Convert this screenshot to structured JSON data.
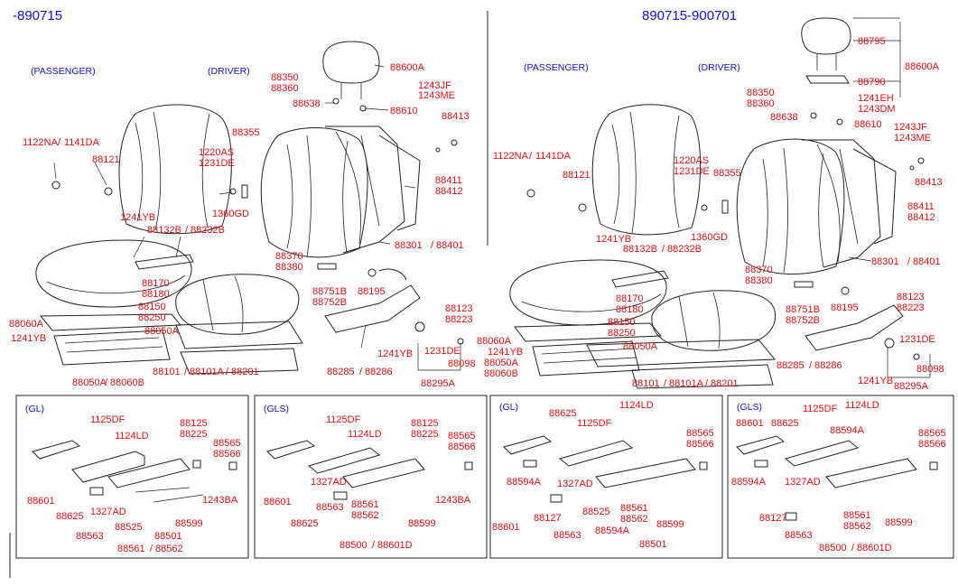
{
  "headers": {
    "left": "-890715",
    "right": "890715-900701"
  },
  "side_labels": {
    "passenger": "(PASSENGER)",
    "driver": "(DRIVER)"
  },
  "trims": {
    "gl": "(GL)",
    "gls": "(GLS)"
  },
  "left": {
    "p88600A": "88600A",
    "p88350": "88350",
    "p88360": "88360",
    "p88638": "88638",
    "p88610": "88610",
    "p1243JF": "1243JF",
    "p1243ME": "1243ME",
    "p88413": "88413",
    "p1122NA": "1122NA",
    "p1141DA": "1141DA",
    "p88355": "88355",
    "p88121": "88121",
    "p1220AS": "1220AS",
    "p1231DE": "1231DE",
    "p1360GD": "1360GD",
    "p88411": "88411",
    "p88412": "88412",
    "p1241YB": "1241YB",
    "p88132B": "88132B",
    "p88232B": "88232B",
    "p88370": "88370",
    "p88380": "88380",
    "p88301": "88301",
    "p88401": "88401",
    "p88170": "88170",
    "p88180": "88180",
    "p88751B": "88751B",
    "p88752B": "88752B",
    "p88195": "88195",
    "p88150": "88150",
    "p88250": "88250",
    "p88123": "88123",
    "p88223": "88223",
    "p88060A": "88060A",
    "p88050A": "88050A",
    "p1241YB_b": "1241YB",
    "p1241YB_c": "1241YB",
    "p1231DE_b": "1231DE",
    "p88098": "88098",
    "p88101": "88101",
    "p88101A": "88101A",
    "p88201": "88201",
    "p88050A_b": "88050A",
    "p88060B": "88060B",
    "p88285": "88285",
    "p88286": "88286",
    "p88295A": "88295A"
  },
  "right": {
    "p88795": "88795",
    "p88600A": "88600A",
    "p88790": "88790",
    "p1241EH": "1241EH",
    "p1243DM": "1243DM",
    "p88350": "88350",
    "p88360": "88360",
    "p88638": "88638",
    "p88610": "88610",
    "p1243JF": "1243JF",
    "p1243ME": "1243ME",
    "p1122NA": "1122NA",
    "p1141DA": "1141DA",
    "p1220AS": "1220AS",
    "p1231DE": "1231DE",
    "p88355": "88355",
    "p88121": "88121",
    "p88413": "88413",
    "p1360GD": "1360GD",
    "p88411": "88411",
    "p88412": "88412",
    "p1241YB": "1241YB",
    "p88132B": "88132B",
    "p88232B": "88232B",
    "p88370": "88370",
    "p88380": "88380",
    "p88301": "88301",
    "p88401": "88401",
    "p88751B": "88751B",
    "p88752B": "88752B",
    "p88195": "88195",
    "p88123": "88123",
    "p88223": "88223",
    "p88170": "88170",
    "p88180": "88180",
    "p88060A": "88060A",
    "p1241YB_b": "1241YB",
    "p88150": "88150",
    "p88250": "88250",
    "p88050A": "88050A",
    "p88060B": "88060B",
    "p88050A_b": "88050A",
    "p1231DE_b": "1231DE",
    "p88101": "88101",
    "p88101A": "88101A",
    "p88201": "88201",
    "p88285": "88285",
    "p88286": "88286",
    "p1241YB_c": "1241YB",
    "p88098": "88098",
    "p88295A": "88295A"
  },
  "box1": {
    "p1125DF": "1125DF",
    "p1124LD": "1124LD",
    "p88125": "88125",
    "p88225": "88225",
    "p88565": "88565",
    "p88566": "88566",
    "p88601": "88601",
    "p1243BA": "1243BA",
    "p88625": "88625",
    "p1327AD": "1327AD",
    "p88599": "88599",
    "p88525": "88525",
    "p88563": "88563",
    "p88501": "88501",
    "p88561": "88561",
    "p88562": "88562"
  },
  "box2": {
    "p1125DF": "1125DF",
    "p1124LD": "1124LD",
    "p88125": "88125",
    "p88225": "88225",
    "p88565": "88565",
    "p88566": "88566",
    "p88601": "88601",
    "p1327AD": "1327AD",
    "p1243BA": "1243BA",
    "p88563": "88563",
    "p88561": "88561",
    "p88562": "88562",
    "p88625": "88625",
    "p88599": "88599",
    "p88500": "88500",
    "p88601D": "88601D"
  },
  "box3": {
    "p1124LD": "1124LD",
    "p88625": "88625",
    "p1125DF": "1125DF",
    "p88565": "88565",
    "p88566": "88566",
    "p88594A": "88594A",
    "p1327AD": "1327AD",
    "p88525": "88525",
    "p88561": "88561",
    "p88562": "88562",
    "p88599": "88599",
    "p88601": "88601",
    "p88127": "88127",
    "p88563": "88563",
    "p88594A_b": "88594A",
    "p88501": "88501"
  },
  "box4": {
    "p1124LD": "1124LD",
    "p88601": "88601",
    "p88625": "88625",
    "p1125DF": "1125DF",
    "p88594A": "88594A",
    "p88565": "88565",
    "p88566": "88566",
    "p88594A_b": "88594A",
    "p1327AD": "1327AD",
    "p88127": "88127",
    "p88561": "88561",
    "p88562": "88562",
    "p88599": "88599",
    "p88563": "88563",
    "p88500": "88500",
    "p88601D": "88601D"
  }
}
